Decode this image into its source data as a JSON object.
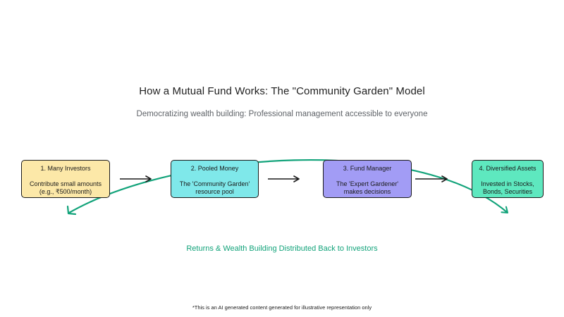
{
  "header": {
    "title": "How a Mutual Fund Works: The \"Community Garden\" Model",
    "subtitle": "Democratizing wealth building: Professional management accessible to everyone"
  },
  "steps": [
    {
      "label": "1. Many Investors",
      "description": "Contribute small amounts\n(e.g., ₹500/month)",
      "color": "#fce8a8"
    },
    {
      "label": "2. Pooled Money",
      "description": "The 'Community Garden'\nresource pool",
      "color": "#7fe8ea"
    },
    {
      "label": "3. Fund Manager",
      "description": "The 'Expert Gardener'\nmakes decisions",
      "color": "#a29cf5"
    },
    {
      "label": "4. Diversified Assets",
      "description": "Invested in Stocks,\nBonds, Securities",
      "color": "#5ee8bf"
    }
  ],
  "returns": {
    "label": "Returns & Wealth Building Distributed Back to Investors",
    "color": "#12a37a"
  },
  "footnote": "*This is an AI generated content generated for illustrative representation only"
}
